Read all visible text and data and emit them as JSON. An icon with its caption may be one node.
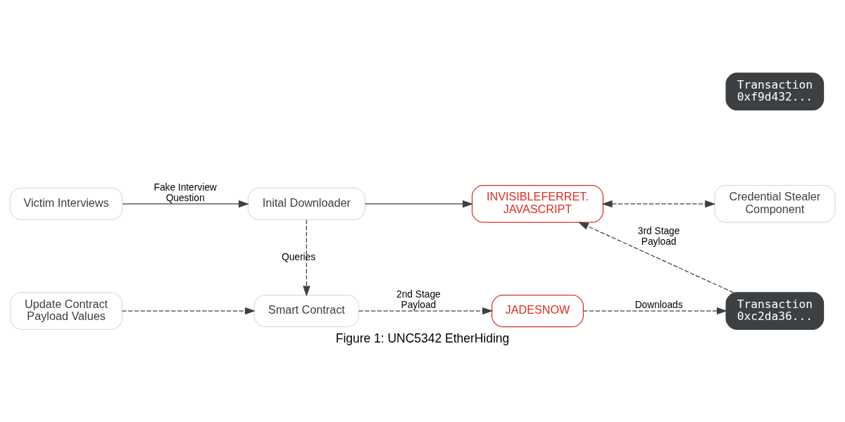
{
  "diagram": {
    "caption": "Figure 1: UNC5342 EtherHiding",
    "nodes": [
      {
        "text": [
          "Update Contract Payload Values"
        ]
      },
      {
        "text": [
          "Smart Contract"
        ]
      },
      {
        "text": [
          "JADESNOW"
        ]
      },
      {
        "text": [
          "Transaction 0xc2da36..."
        ]
      },
      {
        "text": [
          "Victim Interviews"
        ]
      },
      {
        "text": [
          "Inital Downloader"
        ]
      },
      {
        "text": [
          "INVISIBLEFERRET. JAVASCRIPT"
        ]
      },
      {
        "text": [
          "Transaction 0xf9d432..."
        ]
      },
      {
        "text": [
          "Credential Stealer Component"
        ]
      }
    ],
    "edges": [
      {
        "from": 0,
        "to": 1,
        "arrow": "to",
        "style": "dashed"
      },
      {
        "from": 1,
        "to": 2,
        "arrow": "to",
        "style": "dashed",
        "label": "2nd Stage Payload"
      },
      {
        "from": 2,
        "to": 3,
        "arrow": "to",
        "style": "dashed",
        "label": "Downloads"
      },
      {
        "from": 3,
        "to": 6,
        "arrow": "to",
        "style": "dashed",
        "label": "3rd Stage Payload"
      },
      {
        "from": 5,
        "to": 1,
        "arrow": "to",
        "style": "dashed",
        "label": "Queries"
      },
      {
        "from": 4,
        "to": 5,
        "arrow": "to",
        "label": "Fake Interview Question"
      },
      {
        "from": 5,
        "to": 6,
        "arrow": "to"
      },
      {
        "from": 6,
        "to": 8,
        "arrow": "both",
        "style": "dashed"
      }
    ]
  }
}
